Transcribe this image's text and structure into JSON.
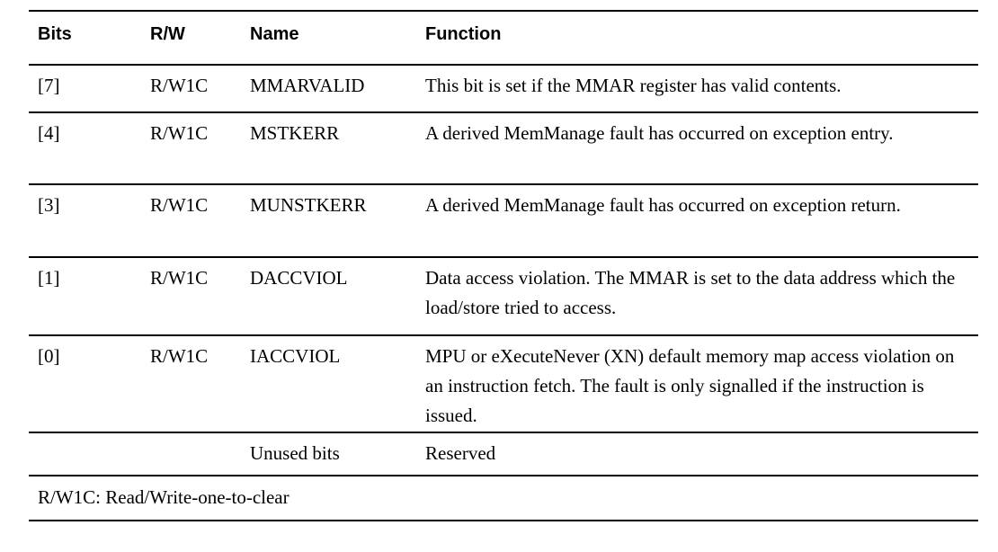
{
  "table": {
    "columns": [
      {
        "label": "Bits"
      },
      {
        "label": "R/W"
      },
      {
        "label": "Name"
      },
      {
        "label": "Function"
      }
    ],
    "rows": [
      {
        "bits": "[7]",
        "rw": "R/W1C",
        "name": "MMARVALID",
        "function": "This bit is set if the MMAR register has valid contents."
      },
      {
        "bits": "[4]",
        "rw": "R/W1C",
        "name": "MSTKERR",
        "function": "A derived MemManage fault has occurred on exception entry."
      },
      {
        "bits": "[3]",
        "rw": "R/W1C",
        "name": "MUNSTKERR",
        "function": "A derived MemManage fault has occurred on exception return."
      },
      {
        "bits": "[1]",
        "rw": "R/W1C",
        "name": "DACCVIOL",
        "function": "Data access violation. The MMAR is set to the data address which the load/store tried to access."
      },
      {
        "bits": "[0]",
        "rw": "R/W1C",
        "name": "IACCVIOL",
        "function": "MPU or eXecuteNever (XN) default memory map access violation on an instruction fetch. The fault is only signalled if the instruction is issued."
      },
      {
        "bits": "",
        "rw": "",
        "name": "Unused bits",
        "function": "Reserved"
      }
    ],
    "footnote": "R/W1C: Read/Write-one-to-clear"
  },
  "colors": {
    "text": "#000000",
    "rule": "#000000",
    "background": "#ffffff"
  }
}
